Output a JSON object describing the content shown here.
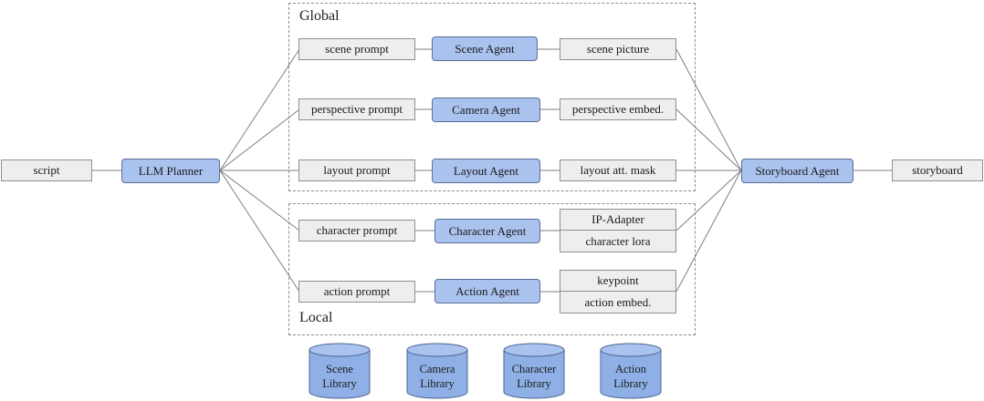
{
  "groups": {
    "global": "Global",
    "local": "Local"
  },
  "inputs": {
    "script": "script",
    "planner": "LLM Planner",
    "storyboard_agent": "Storyboard Agent",
    "storyboard": "storyboard"
  },
  "rows": {
    "scene": {
      "prompt": "scene prompt",
      "agent": "Scene Agent",
      "output": "scene picture"
    },
    "camera": {
      "prompt": "perspective prompt",
      "agent": "Camera Agent",
      "output": "perspective embed."
    },
    "layout": {
      "prompt": "layout prompt",
      "agent": "Layout Agent",
      "output": "layout att. mask"
    },
    "character": {
      "prompt": "character prompt",
      "agent": "Character Agent",
      "output_top": "IP-Adapter",
      "output_bottom": "character lora"
    },
    "action": {
      "prompt": "action prompt",
      "agent": "Action Agent",
      "output_top": "keypoint",
      "output_bottom": "action embed."
    }
  },
  "libraries": {
    "scene": {
      "line1": "Scene",
      "line2": "Library"
    },
    "camera": {
      "line1": "Camera",
      "line2": "Library"
    },
    "character": {
      "line1": "Character",
      "line2": "Library"
    },
    "action": {
      "line1": "Action",
      "line2": "Library"
    }
  },
  "colors": {
    "agent_fill": "#a9c2ee",
    "io_fill": "#eeeeee",
    "library_fill": "#8fb0e6"
  }
}
